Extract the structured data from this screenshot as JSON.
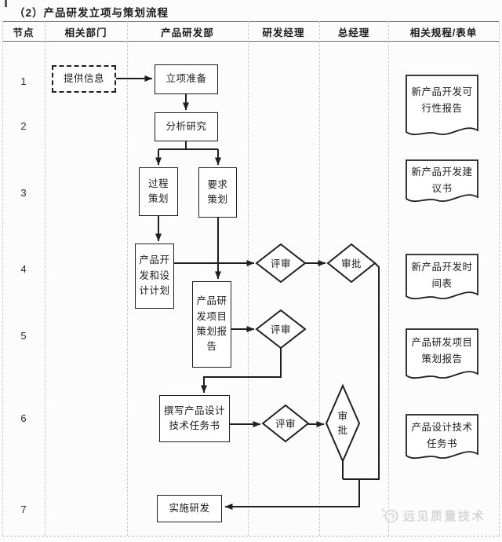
{
  "title": "（2）产品研发立项与策划流程",
  "columns": [
    "节点",
    "相关部门",
    "产品研发部",
    "研发经理",
    "总经理",
    "相关规程/表单"
  ],
  "nodes": [
    "1",
    "2",
    "3",
    "4",
    "5",
    "6",
    "7"
  ],
  "flow": {
    "provide_info": "提供信息",
    "project_prep": "立项准备",
    "analyze": "分析研究",
    "process_plan": "过程\n策划",
    "require_plan": "要求\n策划",
    "dev_design_plan": "产品开\n发和设\n计计划",
    "rd_plan_report": "产品研\n发项目\n策划报\n告",
    "write_task": "撰写产品设计\n技术任务书",
    "implement": "实施研发",
    "review": "评审",
    "approve": "审批",
    "approve_vertical": "审\n批"
  },
  "documents": [
    "新产品开发可\n行性报告",
    "新产品开发建\n议书",
    "新产品开发时\n间表",
    "产品研发项目\n策划报告",
    "产品设计技术\n任务书"
  ],
  "watermark": "远见质量技术",
  "colors": {
    "line": "#1f1f1f",
    "grid": "#c9c9c9",
    "header_rule": "#6e6e6e",
    "watermark": "#d6d6d6",
    "background": "#fcfcfc"
  }
}
